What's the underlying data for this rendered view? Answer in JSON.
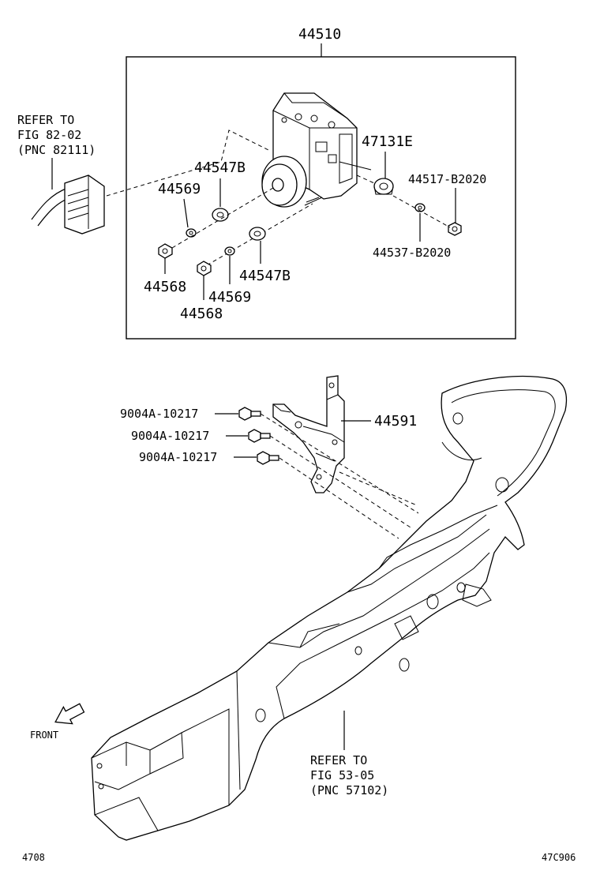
{
  "diagram": {
    "assembly_number": "44510",
    "callouts_upper": {
      "refer_82": [
        "REFER TO",
        "FIG 82-02",
        "(PNC 82111)"
      ],
      "p47131E": "47131E",
      "p44517": "44517-B2020",
      "p44537": "44537-B2020",
      "p44547B_top": "44547B",
      "p44547B_bottom": "44547B",
      "p44569_top": "44569",
      "p44569_bottom": "44569",
      "p44568_top": "44568",
      "p44568_bottom": "44568"
    },
    "callouts_lower": {
      "bolt_1": "9004A-10217",
      "bolt_2": "9004A-10217",
      "bolt_3": "9004A-10217",
      "p44591": "44591",
      "refer_53": [
        "REFER TO",
        "FIG 53-05",
        "(PNC 57102)"
      ],
      "front": "FRONT"
    },
    "footer": {
      "left_code": "4708",
      "right_code": "47C906"
    }
  }
}
